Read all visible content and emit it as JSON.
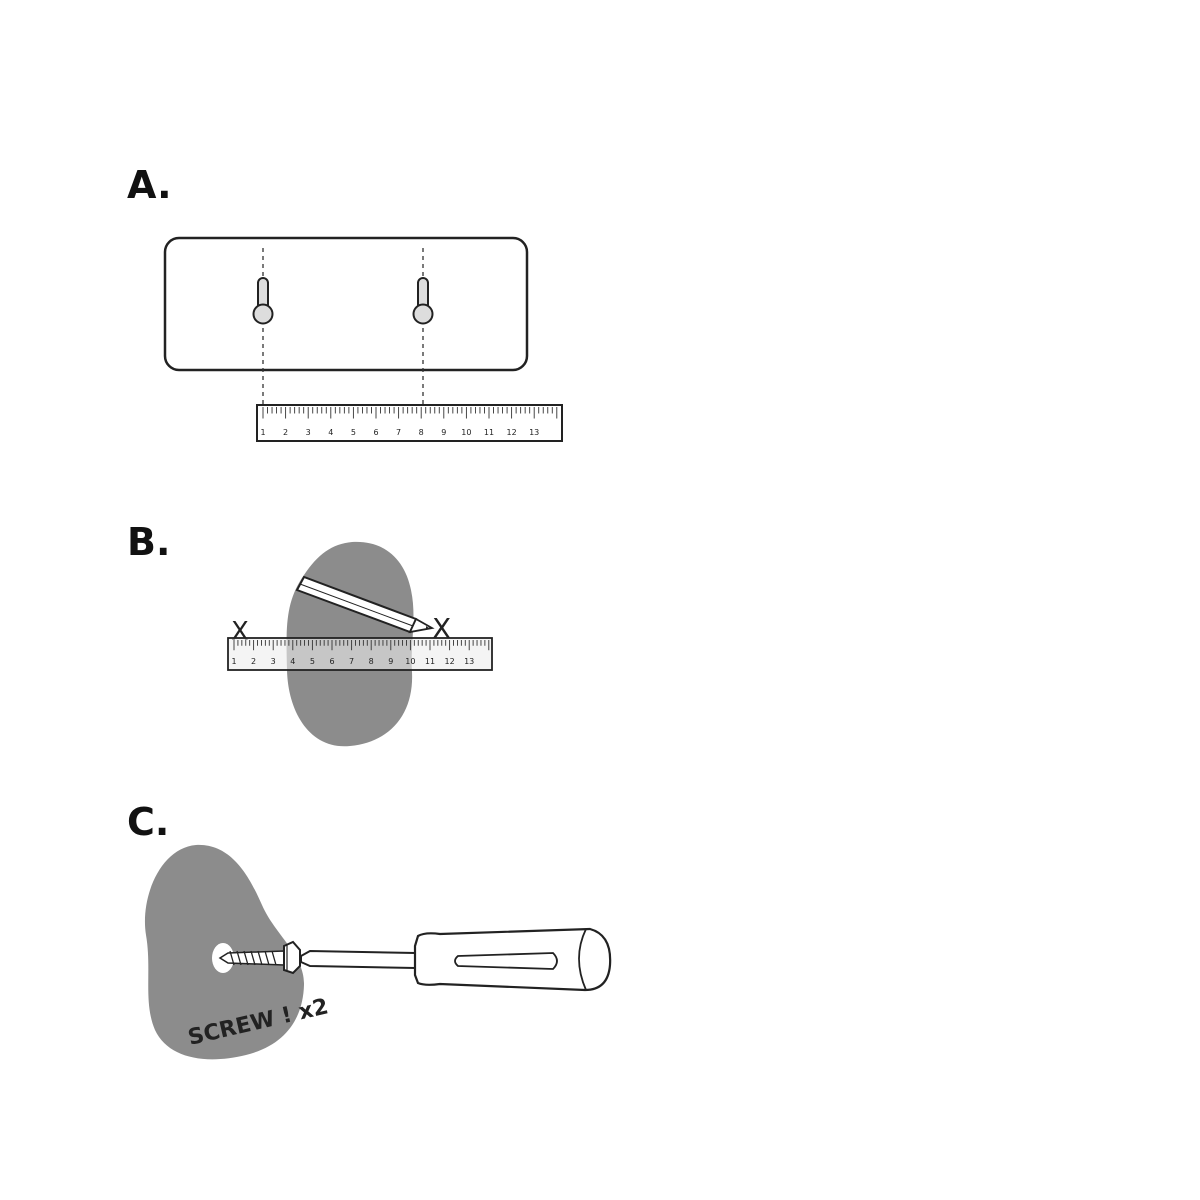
{
  "steps": [
    {
      "label": "A."
    },
    {
      "label": "B."
    },
    {
      "label": "C."
    }
  ],
  "ruler_numbers": [
    "1",
    "2",
    "3",
    "4",
    "5",
    "6",
    "7",
    "8",
    "9",
    "10",
    "11",
    "12",
    "13"
  ],
  "marks": {
    "x_left": "X",
    "x_right": "X"
  },
  "screw_caption": "SCREW ! x2",
  "colors": {
    "wall_gray": "#8c8c8c",
    "line": "#222222",
    "ruler_fill": "#ffffff",
    "ruler_transparent": "#e6e6e6"
  }
}
